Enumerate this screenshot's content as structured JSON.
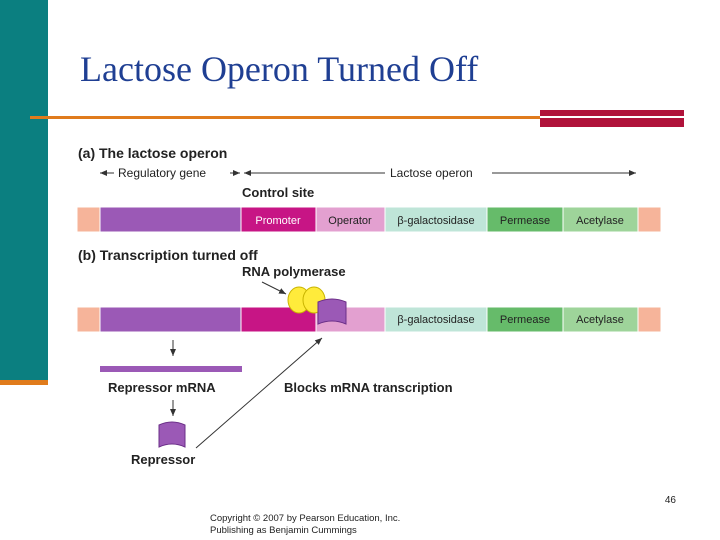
{
  "slide": {
    "title": "Lactose Operon Turned Off",
    "number": "46",
    "copyright_line1": "Copyright © 2007 by Pearson Education, Inc.",
    "copyright_line2": "Publishing as Benjamin Cummings"
  },
  "theme": {
    "title_color": "#1f3f93",
    "teal_bar": "#0b7f80",
    "orange_rule": "#e07b1c",
    "red_block": "#b0123a"
  },
  "diagram": {
    "panel_a": {
      "heading": "(a) The lactose operon",
      "regulatory_gene_label": "Regulatory gene",
      "lactose_operon_label": "Lactose operon",
      "control_site_label": "Control site",
      "segments": {
        "promoter": "Promoter",
        "operator": "Operator",
        "beta_gal": "β-galactosidase",
        "permease": "Permease",
        "acetylase": "Acetylase"
      }
    },
    "panel_b": {
      "heading": "(b) Transcription turned off",
      "rna_polymerase_label": "RNA polymerase",
      "segments": {
        "beta_gal": "β-galactosidase",
        "permease": "Permease",
        "acetylase": "Acetylase"
      },
      "repressor_mrna_label": "Repressor mRNA",
      "blocks_label": "Blocks mRNA transcription",
      "repressor_label": "Repressor"
    },
    "colors": {
      "end_cap": "#f6b49a",
      "regulatory": "#9b59b6",
      "promoter": "#c71585",
      "operator": "#e3a0d0",
      "beta_gal": "#bfe5d8",
      "permease": "#66bb6a",
      "acetylase": "#9ed49a",
      "polymerase": "#ffeb3b",
      "repressor": "#9b59b6"
    }
  }
}
